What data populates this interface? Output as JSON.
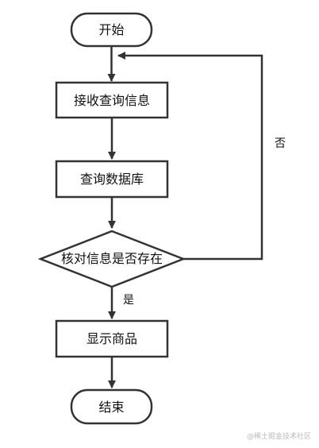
{
  "flowchart": {
    "nodes": {
      "start": "开始",
      "receive": "接收查询信息",
      "query_db": "查询数据库",
      "decision": "核对信息是否存在",
      "show": "显示商品",
      "end": "结束"
    },
    "edges": {
      "no_label": "否",
      "yes_label": "是"
    }
  },
  "watermark": "@稀土掘金技术社区",
  "colors": {
    "stroke": "#333333",
    "text": "#111111",
    "watermark": "#b9b9b9"
  }
}
